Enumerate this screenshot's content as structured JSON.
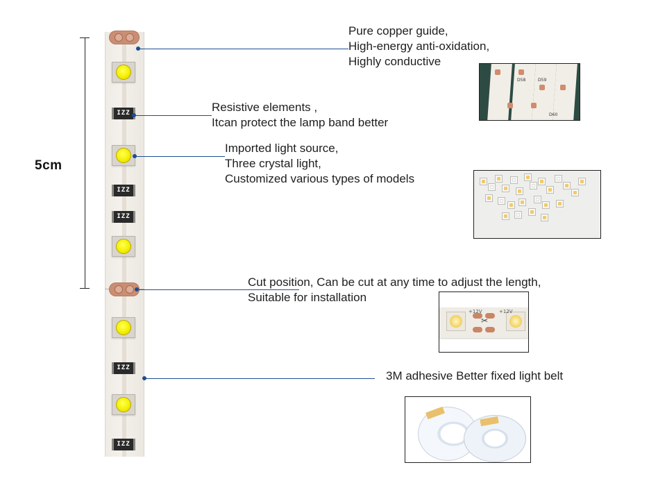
{
  "dimension": {
    "label": "5cm"
  },
  "strip": {
    "resistor_marking": "IZZ"
  },
  "callouts": [
    {
      "id": "copper",
      "lines": [
        "Pure copper guide,",
        "High-energy anti-oxidation,",
        "Highly conductive"
      ]
    },
    {
      "id": "resistor",
      "lines": [
        "Resistive elements ,",
        "Itcan protect the lamp band better"
      ]
    },
    {
      "id": "light",
      "lines": [
        "Imported light source,",
        "Three crystal light,",
        "Customized various types of models"
      ]
    },
    {
      "id": "cut",
      "lines": [
        "Cut position, Can be cut at any time to adjust the length,",
        "Suitable for installation"
      ]
    },
    {
      "id": "adhesive",
      "lines": [
        "3M adhesive Better fixed light belt"
      ]
    }
  ],
  "photo_labels": {
    "copper": [
      "D58",
      "D59",
      "D60"
    ],
    "cut": [
      "+12V",
      "+12V"
    ]
  },
  "colors": {
    "leader": "#1d4e8f",
    "led_yellow": "#f4f000",
    "copper_pad": "#c98e74",
    "strip": "#f1eee8"
  }
}
